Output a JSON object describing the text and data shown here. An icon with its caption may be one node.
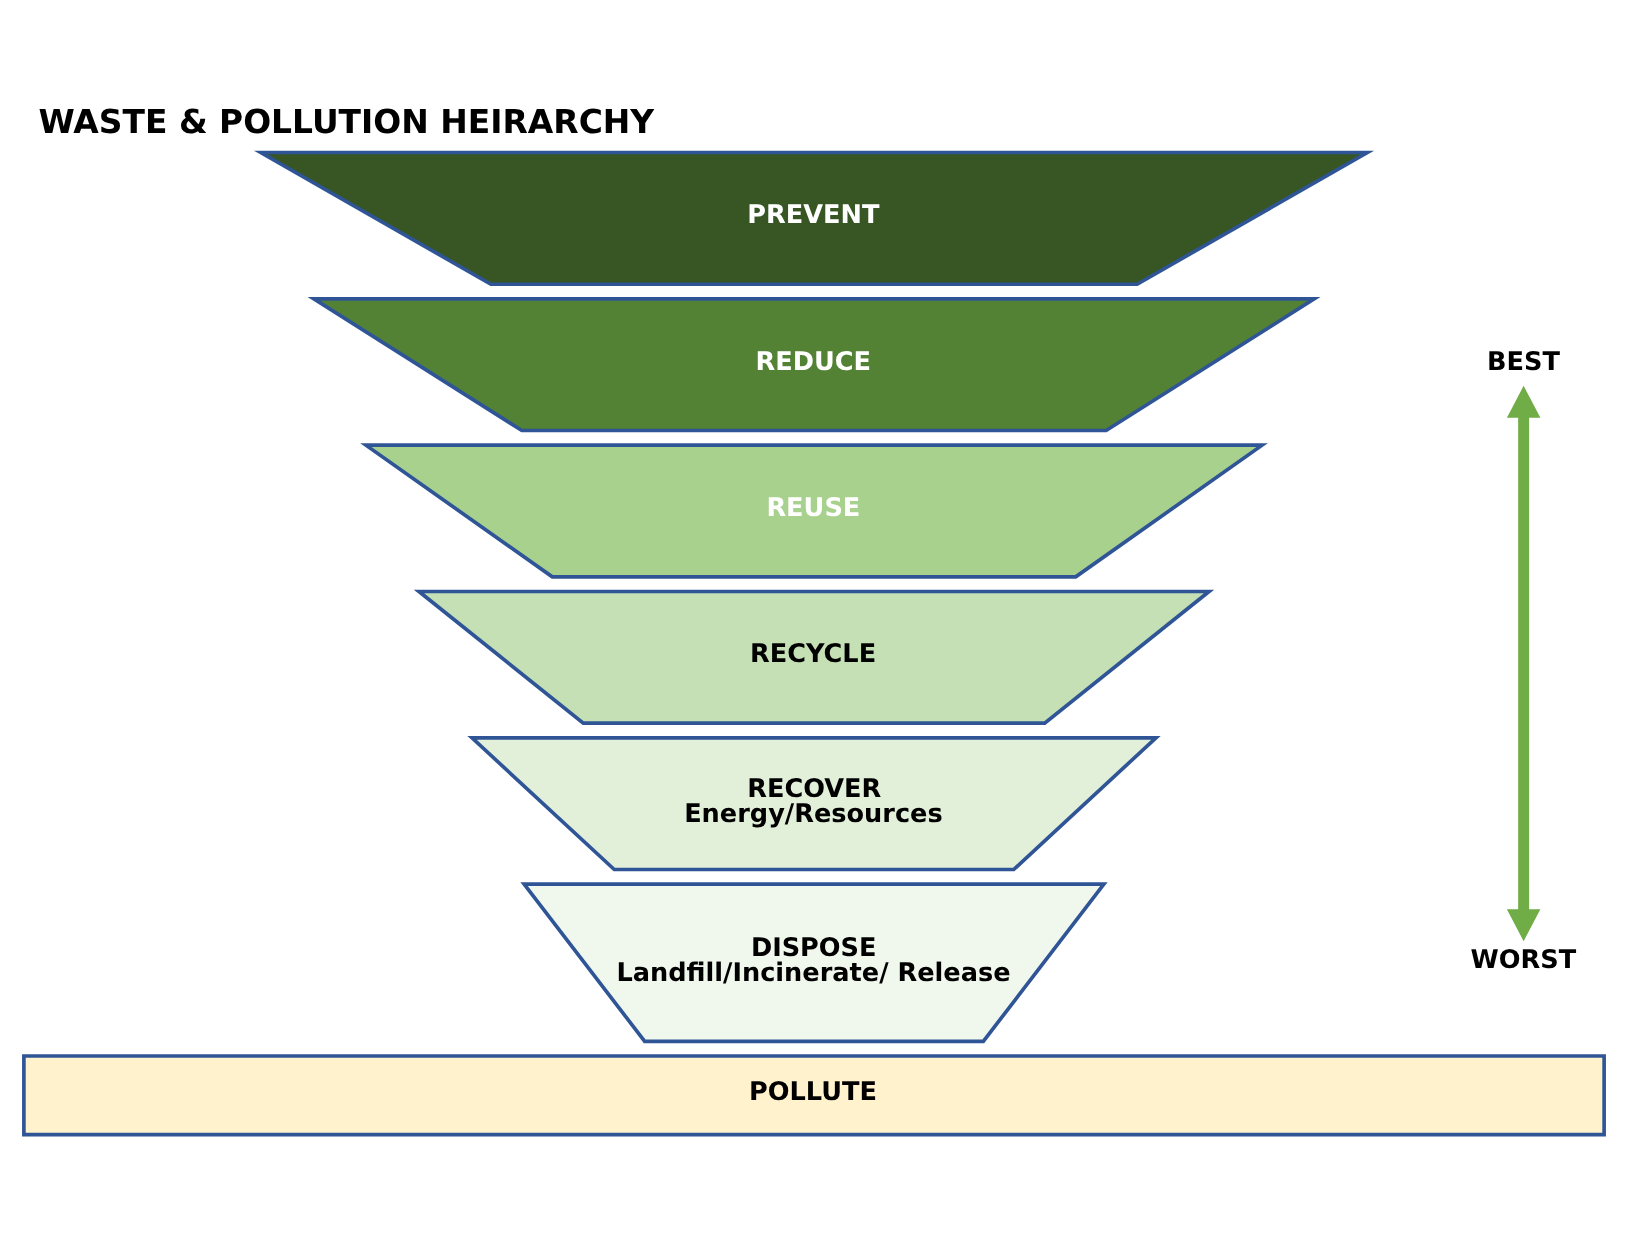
{
  "diagram": {
    "title": "WASTE & POLLUTION HEIRARCHY",
    "nodes": [
      {
        "text": [
          "PREVENT"
        ]
      },
      {
        "text": [
          "REDUCE"
        ]
      },
      {
        "text": [
          "REUSE"
        ]
      },
      {
        "text": [
          "RECYCLE"
        ]
      },
      {
        "text": [
          "RECOVER",
          "Energy/Resources"
        ]
      },
      {
        "text": [
          "DISPOSE",
          "Landfill/Incinerate/ Release"
        ]
      },
      {
        "text": [
          "POLLUTE"
        ]
      },
      {
        "text": [
          "BEST"
        ]
      },
      {
        "text": [
          "WORST"
        ]
      }
    ],
    "edges": [
      {
        "from": 7,
        "to": 8,
        "arrow": "both",
        "color": "#70ad47"
      }
    ]
  }
}
